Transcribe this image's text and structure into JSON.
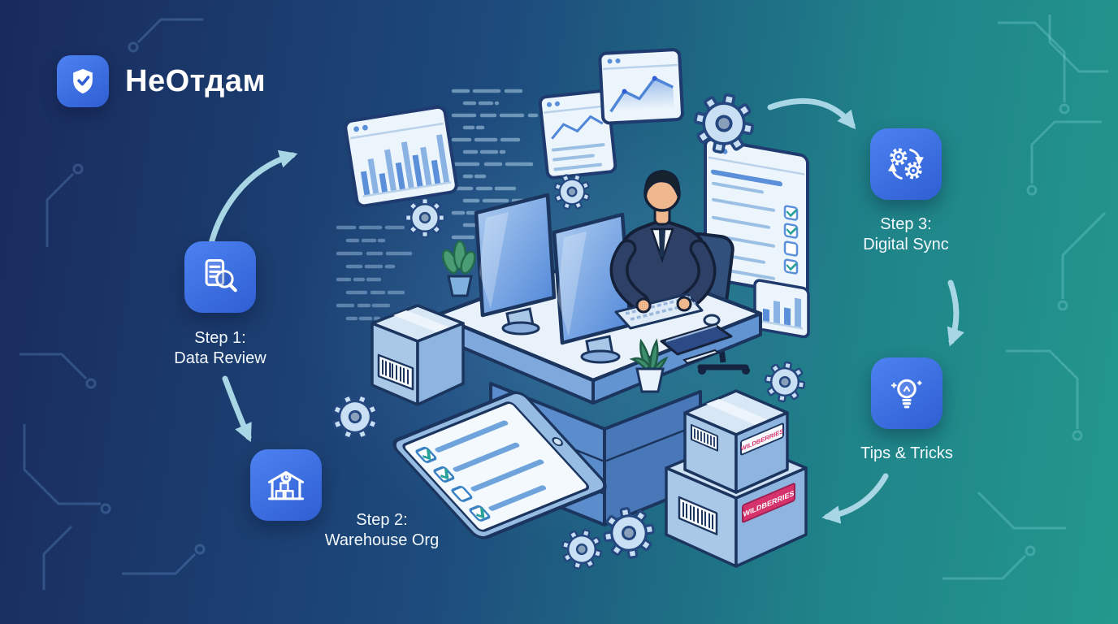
{
  "logo": {
    "title": "НеОтдам",
    "icon": "shield-check-icon"
  },
  "steps": [
    {
      "id": "step-1",
      "line1": "Step 1:",
      "line2": "Data Review",
      "icon": "document-search-icon"
    },
    {
      "id": "step-2",
      "line1": "Step 2:",
      "line2": "Warehouse Org",
      "icon": "warehouse-boxes-icon"
    },
    {
      "id": "step-3",
      "line1": "Step 3:",
      "line2": "Digital Sync",
      "icon": "sync-gears-icon"
    },
    {
      "id": "tips",
      "line1": "Tips & Tricks",
      "line2": "",
      "icon": "lightbulb-icon"
    }
  ],
  "illustration": {
    "package_labels": {
      "top_box": "WILDBERRIES",
      "bottom_box": "WILDBERRIES"
    }
  },
  "colors": {
    "background_left": "#192a5c",
    "background_right": "#23988c",
    "tile_blue": "#3b6be0",
    "outline_navy": "#1b355f",
    "arrow_blue": "#a9d6e5",
    "brand_pink": "#d6336c"
  }
}
